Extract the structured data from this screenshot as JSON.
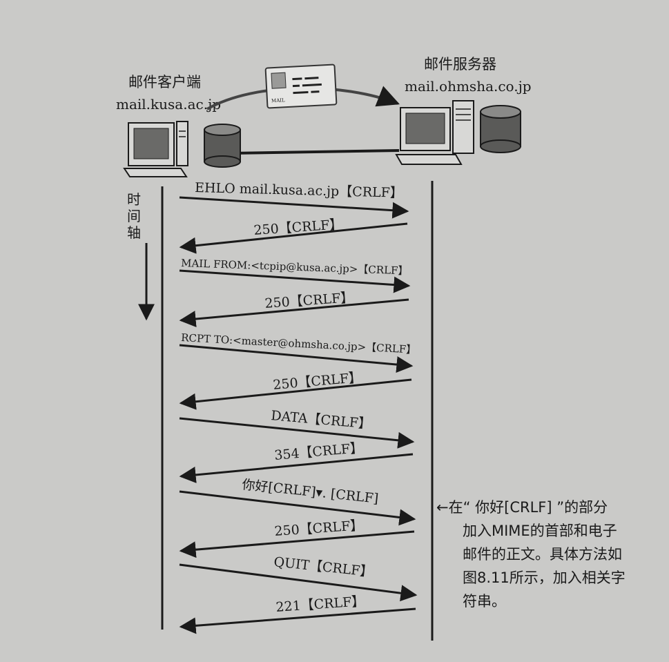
{
  "client": {
    "title": "邮件客户端",
    "host": "mail.kusa.ac.jp"
  },
  "server": {
    "title": "邮件服务器",
    "host": "mail.ohmsha.co.jp"
  },
  "envelope": {
    "label": "MAIL"
  },
  "time_axis": {
    "label": [
      "时",
      "间",
      "轴"
    ]
  },
  "messages": [
    {
      "text": "EHLO mail.kusa.ac.jp【CRLF】",
      "direction": "to-server"
    },
    {
      "text": "250【CRLF】",
      "direction": "to-client"
    },
    {
      "text": "MAIL FROM:<tcpip@kusa.ac.jp>【CRLF】",
      "direction": "to-server"
    },
    {
      "text": "250【CRLF】",
      "direction": "to-client"
    },
    {
      "text": "RCPT TO:<master@ohmsha.co.jp>【CRLF】",
      "direction": "to-server"
    },
    {
      "text": "250【CRLF】",
      "direction": "to-client"
    },
    {
      "text": "DATA【CRLF】",
      "direction": "to-server"
    },
    {
      "text": "354【CRLF】",
      "direction": "to-client"
    },
    {
      "text": "你好[CRLF]▾. [CRLF]",
      "direction": "to-server"
    },
    {
      "text": "250【CRLF】",
      "direction": "to-client"
    },
    {
      "text": "QUIT【CRLF】",
      "direction": "to-server"
    },
    {
      "text": "221【CRLF】",
      "direction": "to-client"
    }
  ],
  "note": {
    "lines": [
      "←在“ 你好[CRLF] ”的部分",
      "加入MIME的首部和电子",
      "邮件的正文。具体方法如",
      "图8.11所示，加入相关字",
      "符串。"
    ]
  }
}
